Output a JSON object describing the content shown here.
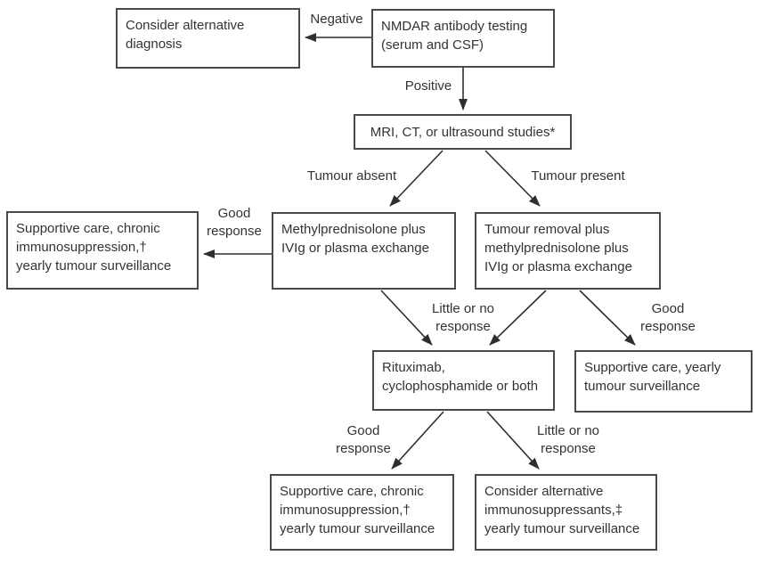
{
  "colors": {
    "background": "#ffffff",
    "box_border": "#4a4a4a",
    "text": "#333333",
    "arrow": "#2e2e2e"
  },
  "nodes": {
    "consider_alt_diagnosis": "Consider alternative\ndiagnosis",
    "nmdar_testing": "NMDAR antibody testing\n(serum and CSF)",
    "mri_ct_ultrasound": "MRI, CT, or ultrasound studies*",
    "supportive_chronic_left": "Supportive care, chronic\nimmunosuppression,†\nyearly tumour surveillance",
    "methylprednisolone": "Methylprednisolone plus\nIVIg or plasma exchange",
    "tumour_removal": "Tumour removal plus\nmethylprednisolone plus\nIVIg or plasma exchange",
    "rituximab": "Rituximab,\ncyclophosphamide or both",
    "supportive_yearly": "Supportive care, yearly\ntumour surveillance",
    "supportive_chronic_bottom": "Supportive care, chronic\nimmunosuppression,†\nyearly tumour surveillance",
    "consider_alt_immunosuppressants": "Consider alternative\nimmunosuppressants,‡\nyearly tumour surveillance"
  },
  "edge_labels": {
    "negative": "Negative",
    "positive": "Positive",
    "tumour_absent": "Tumour absent",
    "tumour_present": "Tumour present",
    "good_response_left": "Good\nresponse",
    "little_or_no_response_mid": "Little or no\nresponse",
    "good_response_right": "Good\nresponse",
    "good_response_bottom_left": "Good\nresponse",
    "little_or_no_response_bottom_right": "Little or no\nresponse"
  }
}
